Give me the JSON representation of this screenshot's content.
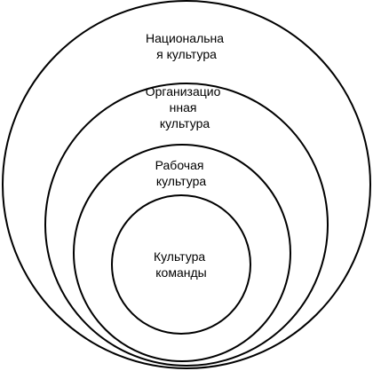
{
  "diagram": {
    "type": "nested-circles",
    "stroke_color": "#000000",
    "background": "#ffffff",
    "levels": [
      {
        "name": "national-culture",
        "lines": [
          "Национальна",
          "я культура"
        ]
      },
      {
        "name": "organizational-culture",
        "lines": [
          "Организацио",
          "нная",
          "культура"
        ]
      },
      {
        "name": "work-culture",
        "lines": [
          "Рабочая",
          "культура"
        ]
      },
      {
        "name": "team-culture",
        "lines": [
          "Культура",
          "команды"
        ]
      }
    ]
  }
}
